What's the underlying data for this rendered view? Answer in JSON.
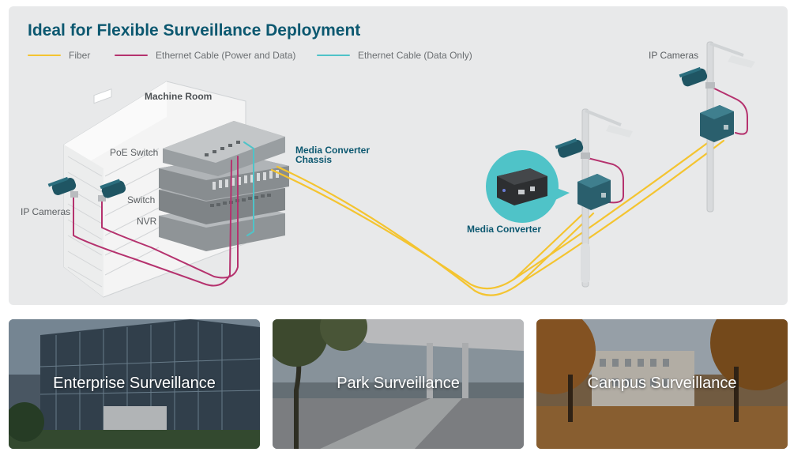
{
  "title": "Ideal for Flexible Surveillance Deployment",
  "legend": [
    {
      "label": "Fiber",
      "color": "#f4c430"
    },
    {
      "label": "Ethernet Cable (Power and Data)",
      "color": "#b5326e"
    },
    {
      "label": "Ethernet Cable (Data Only)",
      "color": "#4fc3c8"
    }
  ],
  "labels": {
    "machine_room": "Machine Room",
    "poe_switch": "PoE Switch",
    "switch": "Switch",
    "nvr": "NVR",
    "media_converter_chassis": "Media Converter\nChassis",
    "ip_cameras_left": "IP Cameras",
    "ip_cameras_right": "IP Cameras",
    "media_converter": "Media Converter"
  },
  "scenarios": [
    {
      "label": "Enterprise Surveillance"
    },
    {
      "label": "Park Surveillance"
    },
    {
      "label": "Campus Surveillance"
    }
  ]
}
